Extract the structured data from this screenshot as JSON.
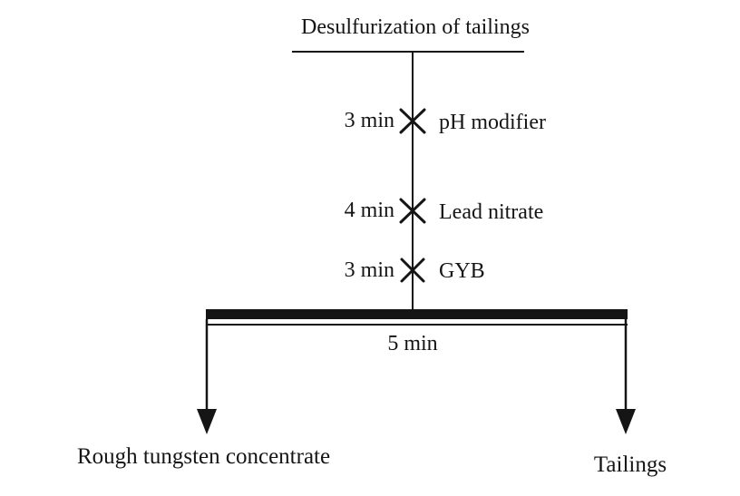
{
  "diagram": {
    "title": "Desulfurization of tailings",
    "stages": [
      {
        "time": "3 min",
        "reagent": "pH modifier"
      },
      {
        "time": "4 min",
        "reagent": "Lead nitrate"
      },
      {
        "time": "3 min",
        "reagent": "GYB"
      }
    ],
    "flotation_time": "5 min",
    "outputs": {
      "left": "Rough tungsten concentrate",
      "right": "Tailings"
    }
  },
  "colors": {
    "line": "#151515",
    "background": "#ffffff"
  }
}
